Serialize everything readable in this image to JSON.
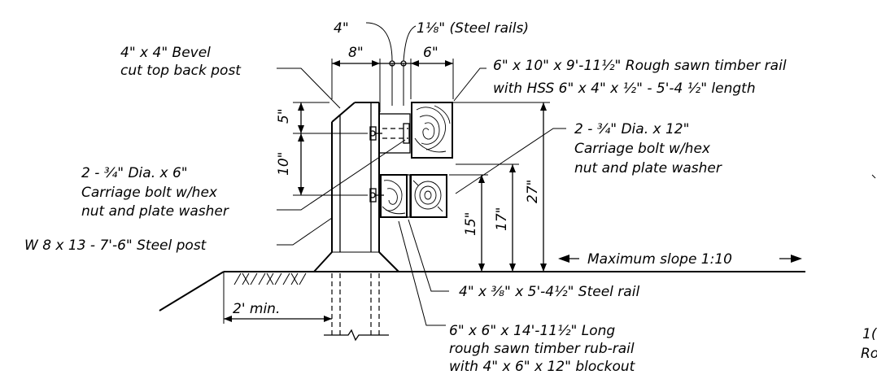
{
  "labels": {
    "bevel_post": [
      "4\" x 4\" Bevel",
      "cut top back post"
    ],
    "timber_rail": [
      "6\" x 10\" x 9'-11½\"  Rough sawn timber rail",
      "with HSS 6\" x 4\" x ½\" - 5'-4 ½\" length"
    ],
    "bolt_upper": [
      "2 - ¾\"  Dia. x 12\"",
      "Carriage bolt w/hex",
      "nut and plate washer"
    ],
    "bolt_lower": [
      "2 - ¾\" Dia. x 6\"",
      "Carriage bolt w/hex",
      "nut and plate washer"
    ],
    "steel_post": "W 8 x 13 - 7'-6\" Steel post",
    "steel_rail": "4\" x ⅜\" x 5'-4½\" Steel rail",
    "rub_rail": [
      "6\" x 6\" x 14'-11½\" Long",
      "rough sawn timber rub-rail",
      "with 4\" x 6\" x 12\" blockout"
    ],
    "slope": "Maximum slope 1:10",
    "steel_rails_gap": "1⅛\" (Steel rails)",
    "cut_text": [
      "1(",
      "Ro"
    ]
  },
  "dimensions": {
    "gap_top": "4\"",
    "post_width": "8\"",
    "rail_width": "6\"",
    "top_offset": "5\"",
    "bolt_spacing": "10\"",
    "rub_height": "15\"",
    "lower_top_height": "17\"",
    "total_height": "27\"",
    "min_offset": "2' min."
  }
}
